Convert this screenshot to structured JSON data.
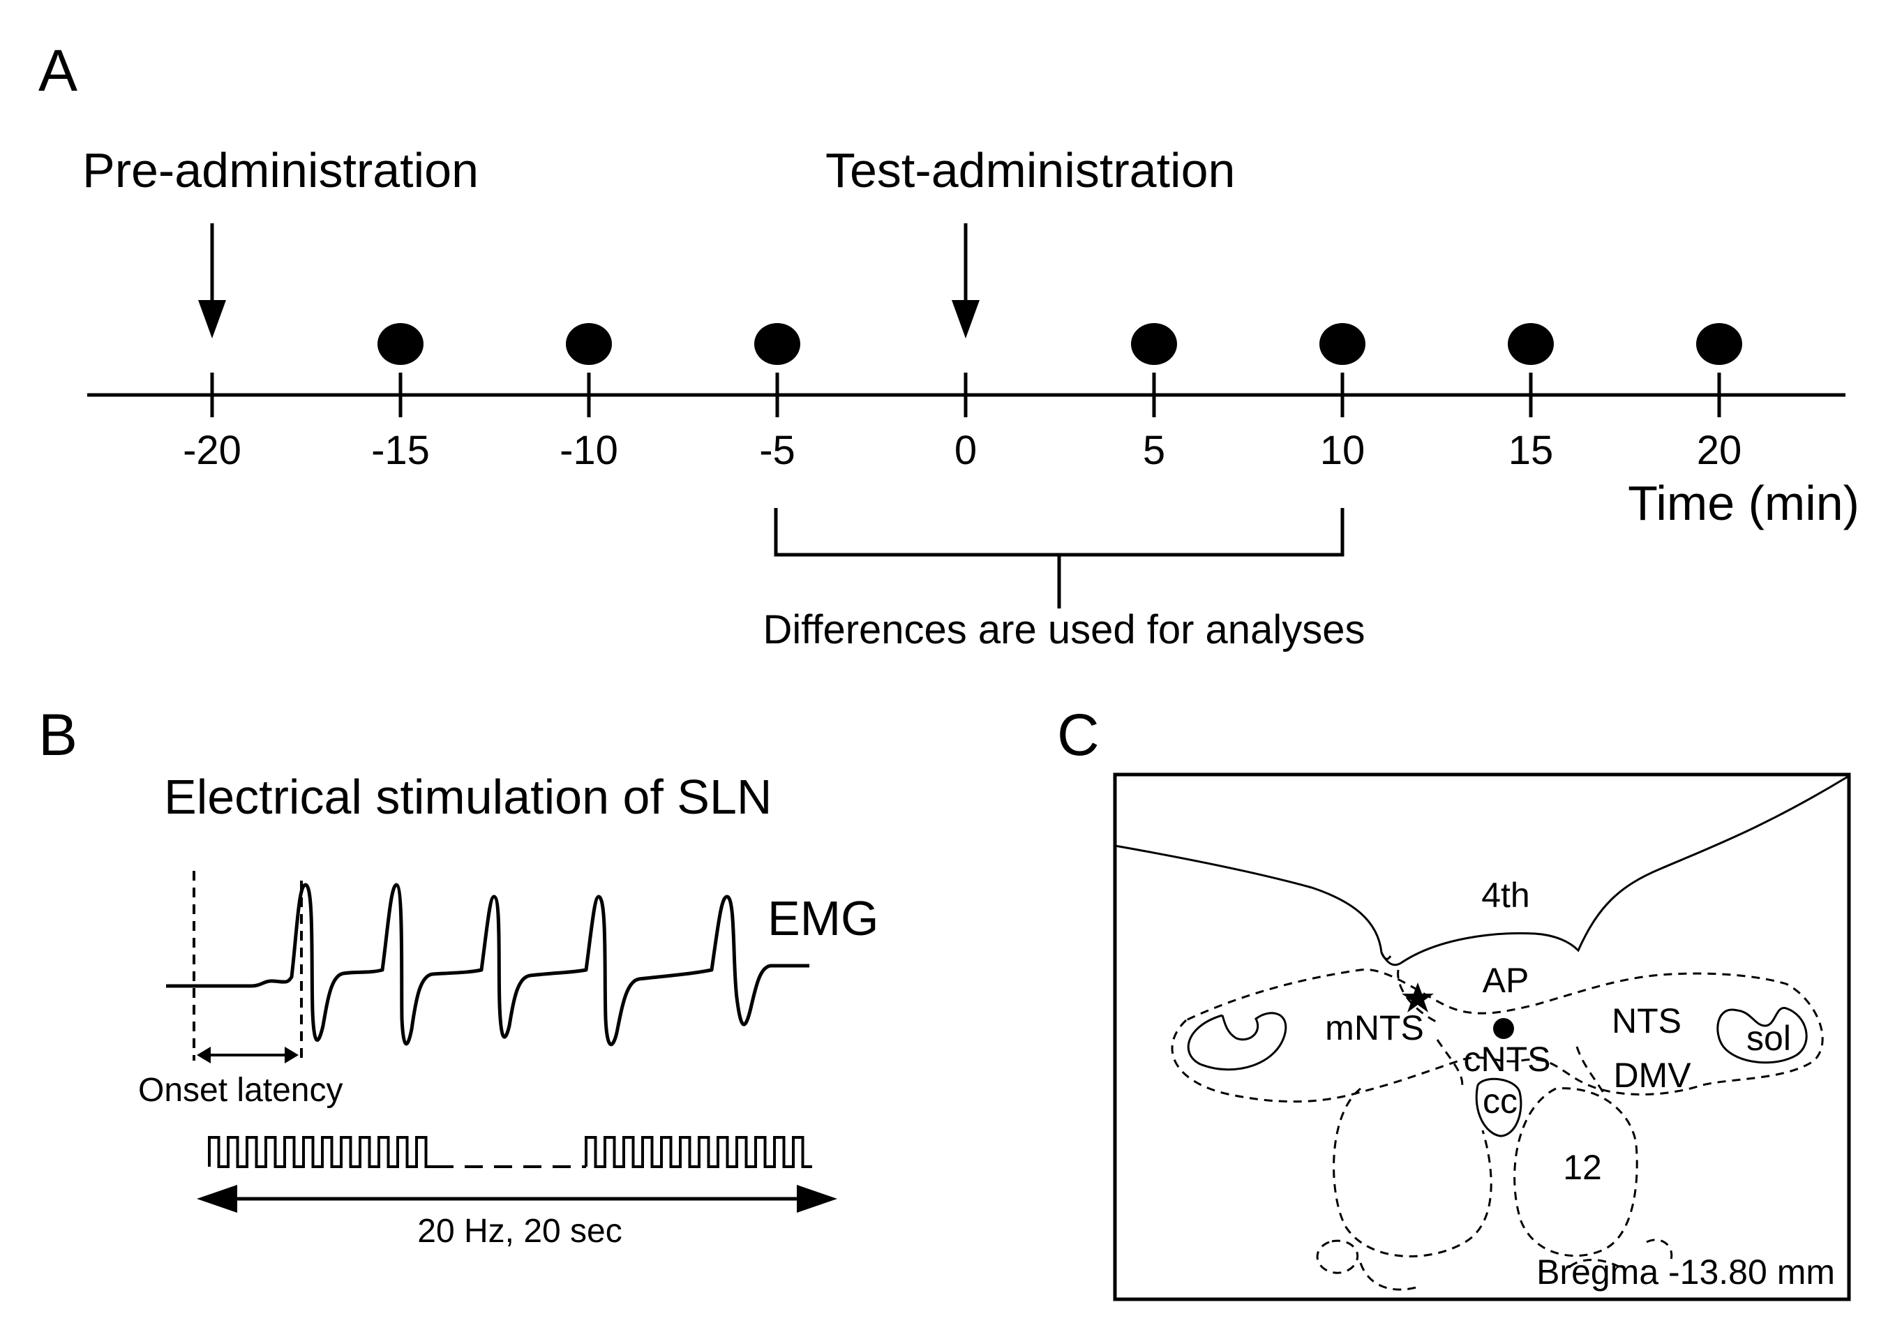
{
  "panel_a": {
    "letter": "A",
    "pre_label": "Pre-administration",
    "test_label": "Test-administration",
    "axis_title": "Time (min)",
    "ticks": [
      "-20",
      "-15",
      "-10",
      "-5",
      "0",
      "5",
      "10",
      "15",
      "20"
    ],
    "measurement_points": [
      "-15",
      "-10",
      "-5",
      "5",
      "10",
      "15",
      "20"
    ],
    "bracket_label": "Differences are used for analyses"
  },
  "panel_b": {
    "letter": "B",
    "title": "Electrical stimulation of SLN",
    "emg_label": "EMG",
    "onset_label": "Onset latency",
    "stim_label": "20 Hz, 20 sec"
  },
  "panel_c": {
    "letter": "C",
    "labels": {
      "fourth": "4th",
      "ap": "AP",
      "mnts": "mNTS",
      "cnts": "cNTS",
      "nts": "NTS",
      "dmv": "DMV",
      "sol": "sol",
      "cc": "cc",
      "twelve": "12",
      "bregma": "Bregma -13.80 mm"
    }
  }
}
